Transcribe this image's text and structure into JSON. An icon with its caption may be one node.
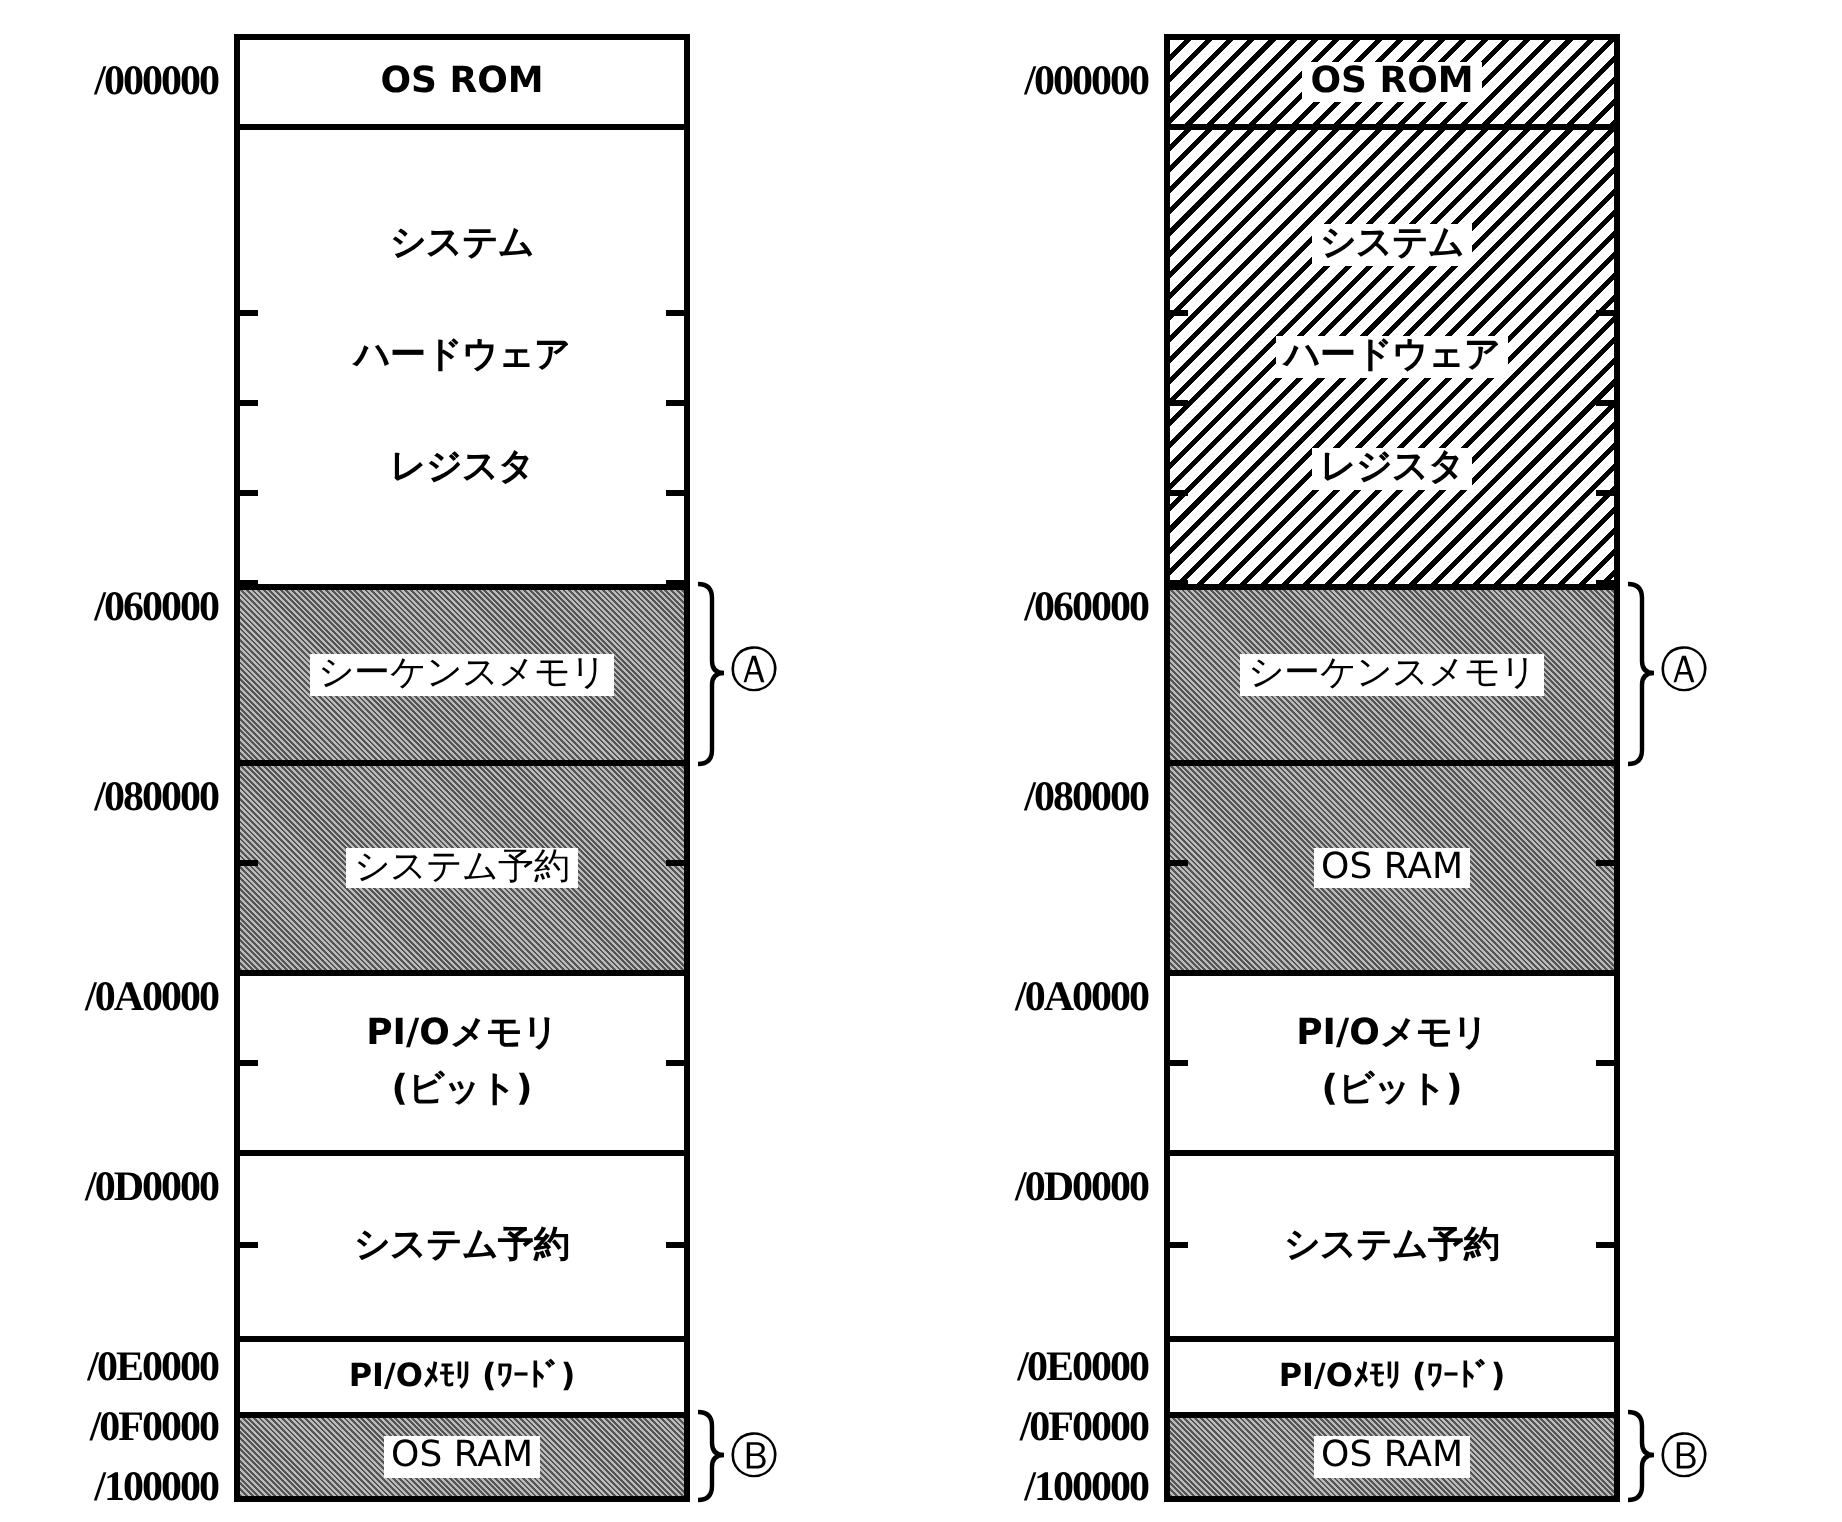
{
  "diagram": {
    "nodes": [
      {
        "text": [
          "OS ROM"
        ]
      },
      {
        "text": [
          "システム",
          "ハードウェア",
          "レジスタ"
        ]
      },
      {
        "text": [
          "シーケンスメモリ"
        ]
      },
      {
        "text": [
          "システム予約"
        ]
      },
      {
        "text": [
          "PI/Oメモリ",
          "(ビット)"
        ]
      },
      {
        "text": [
          "システム予約"
        ]
      },
      {
        "text": [
          "PI/Oﾒﾓﾘ (ﾜｰﾄﾞ)"
        ]
      },
      {
        "text": [
          "OS RAM"
        ]
      },
      {
        "text": [
          "OS ROM"
        ]
      },
      {
        "text": [
          "システム",
          "ハードウェア",
          "レジスタ"
        ]
      },
      {
        "text": [
          "シーケンスメモリ"
        ]
      },
      {
        "text": [
          "OS RAM"
        ]
      },
      {
        "text": [
          "PI/Oメモリ",
          "(ビット)"
        ]
      },
      {
        "text": [
          "システム予約"
        ]
      },
      {
        "text": [
          "PI/Oﾒﾓﾘ (ﾜｰﾄﾞ)"
        ]
      },
      {
        "text": [
          "OS RAM"
        ]
      }
    ],
    "edges": [],
    "labels": [
      "/000000",
      "/060000",
      "Ⓐ",
      "/080000",
      "/0A0000",
      "/0D0000",
      "/0E0000",
      "/0F0000",
      "Ⓑ",
      "/100000",
      "/000000",
      "/060000",
      "Ⓐ",
      "/080000",
      "/0A0000",
      "/0D0000",
      "/0E0000",
      "/0F0000",
      "Ⓑ",
      "/100000"
    ]
  }
}
